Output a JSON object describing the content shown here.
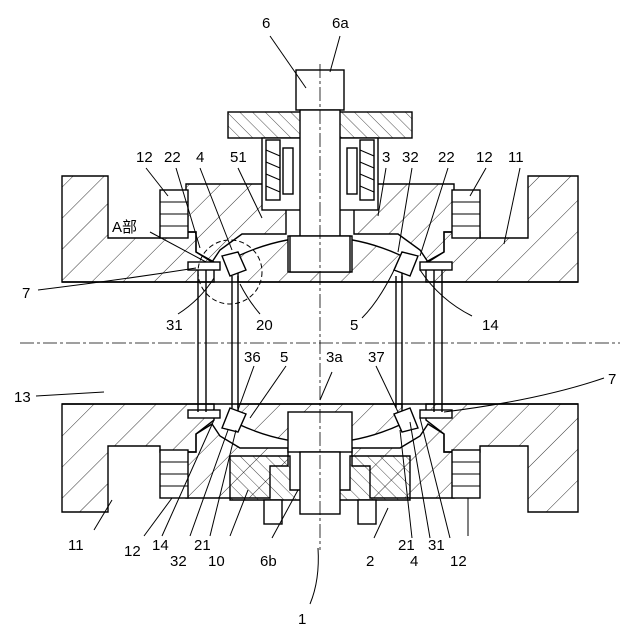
{
  "labels": {
    "l6": "6",
    "l6a": "6a",
    "l12_tl": "12",
    "l22_tl": "22",
    "l4_tl": "4",
    "l51": "51",
    "l3": "3",
    "l32_tr": "32",
    "l22_tr": "22",
    "l12_tr": "12",
    "l11_tr": "11",
    "lA": "A部",
    "l7_l": "7",
    "l31_l": "31",
    "l20": "20",
    "l5_c": "5",
    "l14_r": "14",
    "l36": "36",
    "l5_l": "5",
    "l3a": "3a",
    "l37": "37",
    "l7_r": "7",
    "l13": "13",
    "l11_bl": "11",
    "l12_bl": "12",
    "l14_bl": "14",
    "l32_bl": "32",
    "l21_bl": "21",
    "l10": "10",
    "l6b": "6b",
    "l2": "2",
    "l4_br": "4",
    "l21_br": "21",
    "l31_br": "31",
    "l12_br": "12",
    "l1": "1"
  }
}
